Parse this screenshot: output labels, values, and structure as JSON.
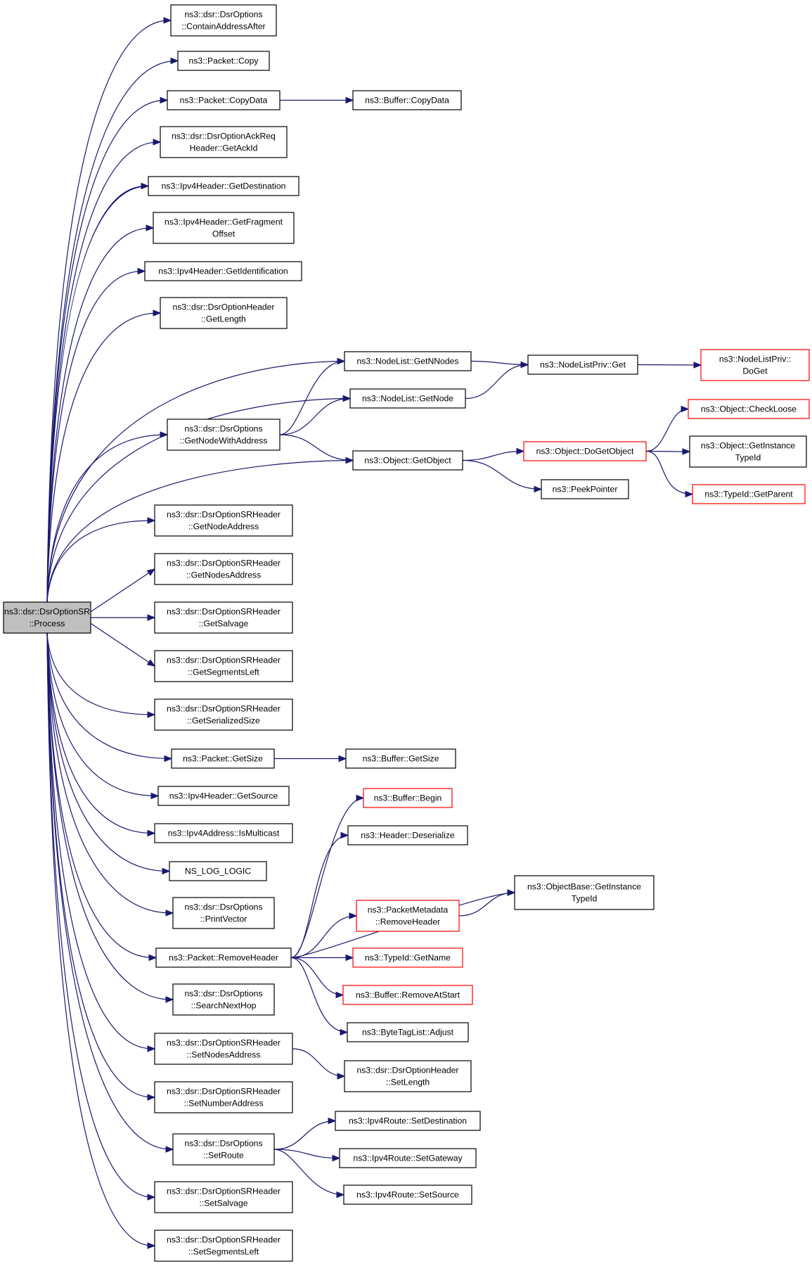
{
  "graph": {
    "nodes": [
      {
        "id": "root",
        "lines": [
          "ns3::dsr::DsrOptionSR",
          "::Process"
        ],
        "style": "root"
      },
      {
        "id": "containAddressAfter",
        "lines": [
          "ns3::dsr::DsrOptions",
          "::ContainAddressAfter"
        ],
        "style": "normal"
      },
      {
        "id": "packetCopy",
        "lines": [
          "ns3::Packet::Copy"
        ],
        "style": "normal"
      },
      {
        "id": "packetCopyData",
        "lines": [
          "ns3::Packet::CopyData"
        ],
        "style": "normal"
      },
      {
        "id": "bufferCopyData",
        "lines": [
          "ns3::Buffer::CopyData"
        ],
        "style": "normal"
      },
      {
        "id": "getAckId",
        "lines": [
          "ns3::dsr::DsrOptionAckReq",
          "Header::GetAckId"
        ],
        "style": "normal"
      },
      {
        "id": "getDestination",
        "lines": [
          "ns3::Ipv4Header::GetDestination"
        ],
        "style": "normal"
      },
      {
        "id": "getFragmentOffset",
        "lines": [
          "ns3::Ipv4Header::GetFragment",
          "Offset"
        ],
        "style": "normal"
      },
      {
        "id": "getIdentification",
        "lines": [
          "ns3::Ipv4Header::GetIdentification"
        ],
        "style": "normal"
      },
      {
        "id": "getLength",
        "lines": [
          "ns3::dsr::DsrOptionHeader",
          "::GetLength"
        ],
        "style": "normal"
      },
      {
        "id": "getNNodes",
        "lines": [
          "ns3::NodeList::GetNNodes"
        ],
        "style": "normal"
      },
      {
        "id": "nodeListPrivGet",
        "lines": [
          "ns3::NodeListPriv::Get"
        ],
        "style": "normal"
      },
      {
        "id": "nodeListPrivDoGet",
        "lines": [
          "ns3::NodeListPriv::",
          "DoGet"
        ],
        "style": "red"
      },
      {
        "id": "getNode",
        "lines": [
          "ns3::NodeList::GetNode"
        ],
        "style": "normal"
      },
      {
        "id": "getNodeWithAddress",
        "lines": [
          "ns3::dsr::DsrOptions",
          "::GetNodeWithAddress"
        ],
        "style": "normal"
      },
      {
        "id": "checkLoose",
        "lines": [
          "ns3::Object::CheckLoose"
        ],
        "style": "red"
      },
      {
        "id": "getObject",
        "lines": [
          "ns3::Object::GetObject"
        ],
        "style": "normal"
      },
      {
        "id": "doGetObject",
        "lines": [
          "ns3::Object::DoGetObject"
        ],
        "style": "red"
      },
      {
        "id": "objectGetInstanceTypeId",
        "lines": [
          "ns3::Object::GetInstance",
          "TypeId"
        ],
        "style": "normal"
      },
      {
        "id": "peekPointer",
        "lines": [
          "ns3::PeekPointer"
        ],
        "style": "normal"
      },
      {
        "id": "typeIdGetParent",
        "lines": [
          "ns3::TypeId::GetParent"
        ],
        "style": "red"
      },
      {
        "id": "getNodeAddress",
        "lines": [
          "ns3::dsr::DsrOptionSRHeader",
          "::GetNodeAddress"
        ],
        "style": "normal"
      },
      {
        "id": "getNodesAddress",
        "lines": [
          "ns3::dsr::DsrOptionSRHeader",
          "::GetNodesAddress"
        ],
        "style": "normal"
      },
      {
        "id": "getSalvage",
        "lines": [
          "ns3::dsr::DsrOptionSRHeader",
          "::GetSalvage"
        ],
        "style": "normal"
      },
      {
        "id": "getSegmentsLeft",
        "lines": [
          "ns3::dsr::DsrOptionSRHeader",
          "::GetSegmentsLeft"
        ],
        "style": "normal"
      },
      {
        "id": "getSerializedSize",
        "lines": [
          "ns3::dsr::DsrOptionSRHeader",
          "::GetSerializedSize"
        ],
        "style": "normal"
      },
      {
        "id": "packetGetSize",
        "lines": [
          "ns3::Packet::GetSize"
        ],
        "style": "normal"
      },
      {
        "id": "bufferGetSize",
        "lines": [
          "ns3::Buffer::GetSize"
        ],
        "style": "normal"
      },
      {
        "id": "getSource",
        "lines": [
          "ns3::Ipv4Header::GetSource"
        ],
        "style": "normal"
      },
      {
        "id": "bufferBegin",
        "lines": [
          "ns3::Buffer::Begin"
        ],
        "style": "red"
      },
      {
        "id": "isMulticast",
        "lines": [
          "ns3::Ipv4Address::IsMulticast"
        ],
        "style": "normal"
      },
      {
        "id": "headerDeserialize",
        "lines": [
          "ns3::Header::Deserialize"
        ],
        "style": "normal"
      },
      {
        "id": "nsLogLogic",
        "lines": [
          "NS_LOG_LOGIC"
        ],
        "style": "normal"
      },
      {
        "id": "objectBaseGetInstanceTypeId",
        "lines": [
          "ns3::ObjectBase::GetInstance",
          "TypeId"
        ],
        "style": "normal"
      },
      {
        "id": "printVector",
        "lines": [
          "ns3::dsr::DsrOptions",
          "::PrintVector"
        ],
        "style": "normal"
      },
      {
        "id": "packetMetadataRemoveHeader",
        "lines": [
          "ns3::PacketMetadata",
          "::RemoveHeader"
        ],
        "style": "red"
      },
      {
        "id": "packetRemoveHeader",
        "lines": [
          "ns3::Packet::RemoveHeader"
        ],
        "style": "normal"
      },
      {
        "id": "typeIdGetName",
        "lines": [
          "ns3::TypeId::GetName"
        ],
        "style": "red"
      },
      {
        "id": "bufferRemoveAtStart",
        "lines": [
          "ns3::Buffer::RemoveAtStart"
        ],
        "style": "red"
      },
      {
        "id": "searchNextHop",
        "lines": [
          "ns3::dsr::DsrOptions",
          "::SearchNextHop"
        ],
        "style": "normal"
      },
      {
        "id": "byteTagListAdjust",
        "lines": [
          "ns3::ByteTagList::Adjust"
        ],
        "style": "normal"
      },
      {
        "id": "setNodesAddress",
        "lines": [
          "ns3::dsr::DsrOptionSRHeader",
          "::SetNodesAddress"
        ],
        "style": "normal"
      },
      {
        "id": "headerSetLength",
        "lines": [
          "ns3::dsr::DsrOptionHeader",
          "::SetLength"
        ],
        "style": "normal"
      },
      {
        "id": "setNumberAddress",
        "lines": [
          "ns3::dsr::DsrOptionSRHeader",
          "::SetNumberAddress"
        ],
        "style": "normal"
      },
      {
        "id": "routeSetDestination",
        "lines": [
          "ns3::Ipv4Route::SetDestination"
        ],
        "style": "normal"
      },
      {
        "id": "setRoute",
        "lines": [
          "ns3::dsr::DsrOptions",
          "::SetRoute"
        ],
        "style": "normal"
      },
      {
        "id": "routeSetGateway",
        "lines": [
          "ns3::Ipv4Route::SetGateway"
        ],
        "style": "normal"
      },
      {
        "id": "routeSetSource",
        "lines": [
          "ns3::Ipv4Route::SetSource"
        ],
        "style": "normal"
      },
      {
        "id": "setSalvage",
        "lines": [
          "ns3::dsr::DsrOptionSRHeader",
          "::SetSalvage"
        ],
        "style": "normal"
      },
      {
        "id": "setSegmentsLeft",
        "lines": [
          "ns3::dsr::DsrOptionSRHeader",
          "::SetSegmentsLeft"
        ],
        "style": "normal"
      }
    ],
    "edges": [
      {
        "from": "root",
        "to": "containAddressAfter"
      },
      {
        "from": "root",
        "to": "packetCopy"
      },
      {
        "from": "root",
        "to": "packetCopyData"
      },
      {
        "from": "root",
        "to": "getAckId"
      },
      {
        "from": "root",
        "to": "getDestination"
      },
      {
        "from": "root",
        "to": "getFragmentOffset"
      },
      {
        "from": "root",
        "to": "getIdentification"
      },
      {
        "from": "root",
        "to": "getLength"
      },
      {
        "from": "root",
        "to": "getNNodes"
      },
      {
        "from": "root",
        "to": "getNode"
      },
      {
        "from": "root",
        "to": "getNodeWithAddress"
      },
      {
        "from": "root",
        "to": "getObject"
      },
      {
        "from": "root",
        "to": "getNodeAddress"
      },
      {
        "from": "root",
        "to": "getNodesAddress"
      },
      {
        "from": "root",
        "to": "getSalvage"
      },
      {
        "from": "root",
        "to": "getSegmentsLeft"
      },
      {
        "from": "root",
        "to": "getSerializedSize"
      },
      {
        "from": "root",
        "to": "packetGetSize"
      },
      {
        "from": "root",
        "to": "getSource"
      },
      {
        "from": "root",
        "to": "isMulticast"
      },
      {
        "from": "root",
        "to": "nsLogLogic"
      },
      {
        "from": "root",
        "to": "printVector"
      },
      {
        "from": "root",
        "to": "packetRemoveHeader"
      },
      {
        "from": "root",
        "to": "searchNextHop"
      },
      {
        "from": "root",
        "to": "setNodesAddress"
      },
      {
        "from": "root",
        "to": "setNumberAddress"
      },
      {
        "from": "root",
        "to": "setRoute"
      },
      {
        "from": "root",
        "to": "setSalvage"
      },
      {
        "from": "root",
        "to": "setSegmentsLeft"
      },
      {
        "from": "packetCopyData",
        "to": "bufferCopyData"
      },
      {
        "from": "getNNodes",
        "to": "nodeListPrivGet"
      },
      {
        "from": "nodeListPrivGet",
        "to": "nodeListPrivDoGet"
      },
      {
        "from": "getNode",
        "to": "nodeListPrivGet"
      },
      {
        "from": "getNodeWithAddress",
        "to": "getNNodes"
      },
      {
        "from": "getNodeWithAddress",
        "to": "getNode"
      },
      {
        "from": "getNodeWithAddress",
        "to": "getObject"
      },
      {
        "from": "getObject",
        "to": "doGetObject"
      },
      {
        "from": "getObject",
        "to": "peekPointer"
      },
      {
        "from": "doGetObject",
        "to": "checkLoose"
      },
      {
        "from": "doGetObject",
        "to": "objectGetInstanceTypeId"
      },
      {
        "from": "doGetObject",
        "to": "typeIdGetParent"
      },
      {
        "from": "packetGetSize",
        "to": "bufferGetSize"
      },
      {
        "from": "packetRemoveHeader",
        "to": "bufferBegin"
      },
      {
        "from": "packetRemoveHeader",
        "to": "headerDeserialize"
      },
      {
        "from": "packetRemoveHeader",
        "to": "objectBaseGetInstanceTypeId"
      },
      {
        "from": "packetRemoveHeader",
        "to": "packetMetadataRemoveHeader"
      },
      {
        "from": "packetRemoveHeader",
        "to": "typeIdGetName"
      },
      {
        "from": "packetRemoveHeader",
        "to": "bufferRemoveAtStart"
      },
      {
        "from": "packetRemoveHeader",
        "to": "byteTagListAdjust"
      },
      {
        "from": "packetMetadataRemoveHeader",
        "to": "objectBaseGetInstanceTypeId"
      },
      {
        "from": "setNodesAddress",
        "to": "headerSetLength"
      },
      {
        "from": "setRoute",
        "to": "routeSetDestination"
      },
      {
        "from": "setRoute",
        "to": "routeSetGateway"
      },
      {
        "from": "setRoute",
        "to": "routeSetSource"
      }
    ]
  }
}
